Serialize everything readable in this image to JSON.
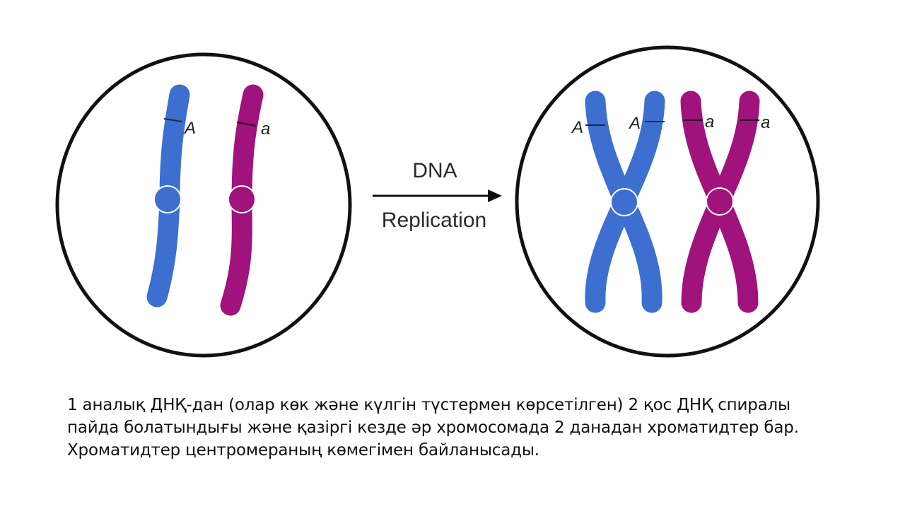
{
  "diagram": {
    "arrow": {
      "top_label": "DNA",
      "bottom_label": "Replication"
    },
    "left_cell": {
      "chromosomes": [
        {
          "color": "#3c6fd0",
          "allele": "A"
        },
        {
          "color": "#a0127c",
          "allele": "a"
        }
      ]
    },
    "right_cell": {
      "chromosomes": [
        {
          "color": "#3c6fd0",
          "alleles": [
            "A",
            "A"
          ]
        },
        {
          "color": "#a0127c",
          "alleles": [
            "a",
            "a"
          ]
        }
      ]
    }
  },
  "caption": {
    "lines": [
      "1 аналық ДНҚ-дан (олар көк және күлгін түстермен көрсетілген) 2 қос ДНҚ спиралы",
      "пайда болатындығы және қазіргі кезде әр хромосомада 2 данадан хроматидтер бар.",
      "Хроматидтер центромераның көмегімен байланысады."
    ]
  }
}
